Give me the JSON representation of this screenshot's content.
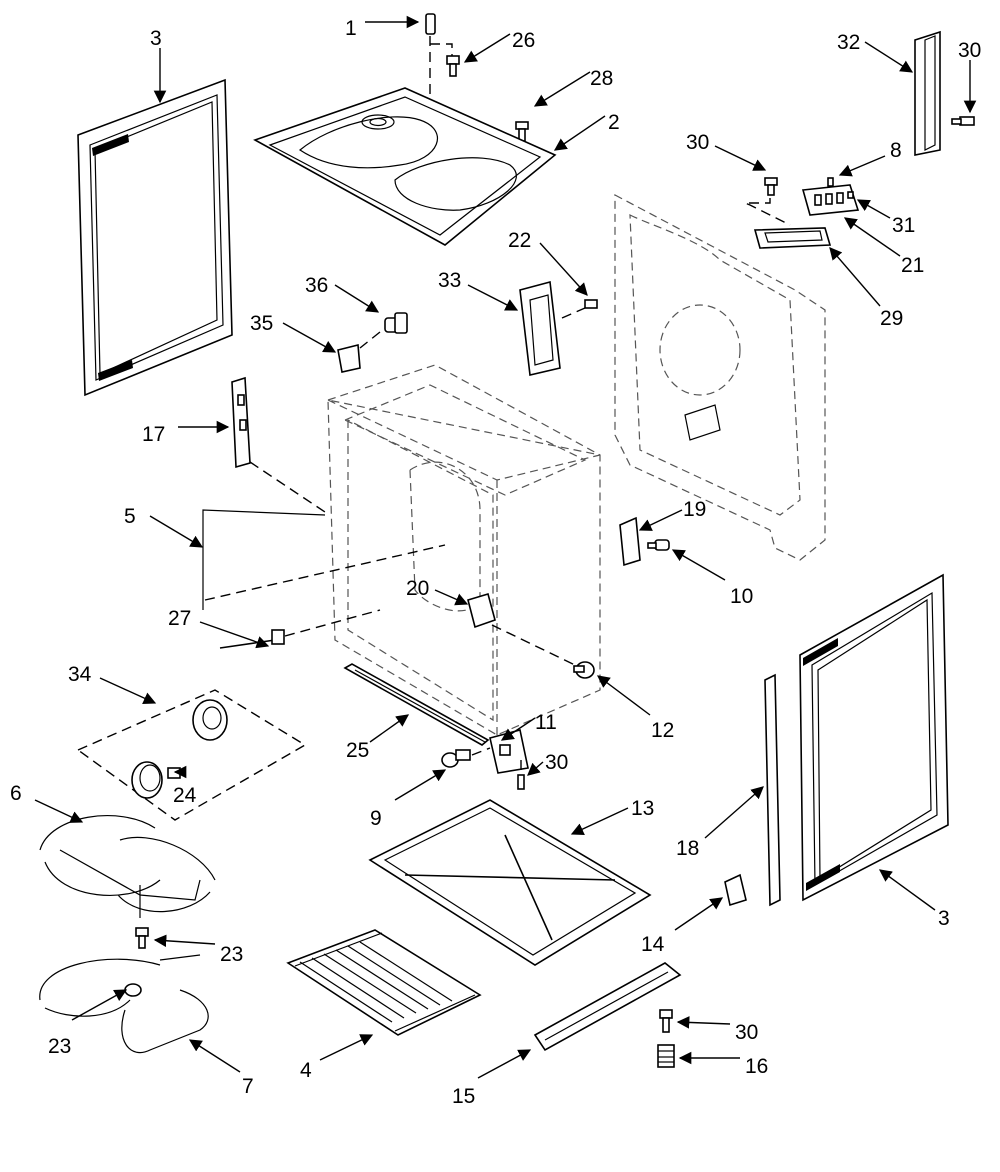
{
  "diagram": {
    "callouts": [
      {
        "id": "c1",
        "label": "1"
      },
      {
        "id": "c26",
        "label": "26"
      },
      {
        "id": "c28",
        "label": "28"
      },
      {
        "id": "c2",
        "label": "2"
      },
      {
        "id": "c3a",
        "label": "3"
      },
      {
        "id": "c32",
        "label": "32"
      },
      {
        "id": "c30a",
        "label": "30"
      },
      {
        "id": "c30b",
        "label": "30"
      },
      {
        "id": "c8",
        "label": "8"
      },
      {
        "id": "c31",
        "label": "31"
      },
      {
        "id": "c21",
        "label": "21"
      },
      {
        "id": "c29",
        "label": "29"
      },
      {
        "id": "c36",
        "label": "36"
      },
      {
        "id": "c33",
        "label": "33"
      },
      {
        "id": "c22",
        "label": "22"
      },
      {
        "id": "c35",
        "label": "35"
      },
      {
        "id": "c17",
        "label": "17"
      },
      {
        "id": "c5",
        "label": "5"
      },
      {
        "id": "c19",
        "label": "19"
      },
      {
        "id": "c10",
        "label": "10"
      },
      {
        "id": "c20",
        "label": "20"
      },
      {
        "id": "c27",
        "label": "27"
      },
      {
        "id": "c34",
        "label": "34"
      },
      {
        "id": "c12",
        "label": "12"
      },
      {
        "id": "c11",
        "label": "11"
      },
      {
        "id": "c25",
        "label": "25"
      },
      {
        "id": "c30c",
        "label": "30"
      },
      {
        "id": "c24",
        "label": "24"
      },
      {
        "id": "c9",
        "label": "9"
      },
      {
        "id": "c13",
        "label": "13"
      },
      {
        "id": "c6",
        "label": "6"
      },
      {
        "id": "c18",
        "label": "18"
      },
      {
        "id": "c3b",
        "label": "3"
      },
      {
        "id": "c23a",
        "label": "23"
      },
      {
        "id": "c14",
        "label": "14"
      },
      {
        "id": "c23b",
        "label": "23"
      },
      {
        "id": "c4",
        "label": "4"
      },
      {
        "id": "c7",
        "label": "7"
      },
      {
        "id": "c30d",
        "label": "30"
      },
      {
        "id": "c16",
        "label": "16"
      },
      {
        "id": "c15",
        "label": "15"
      }
    ]
  }
}
